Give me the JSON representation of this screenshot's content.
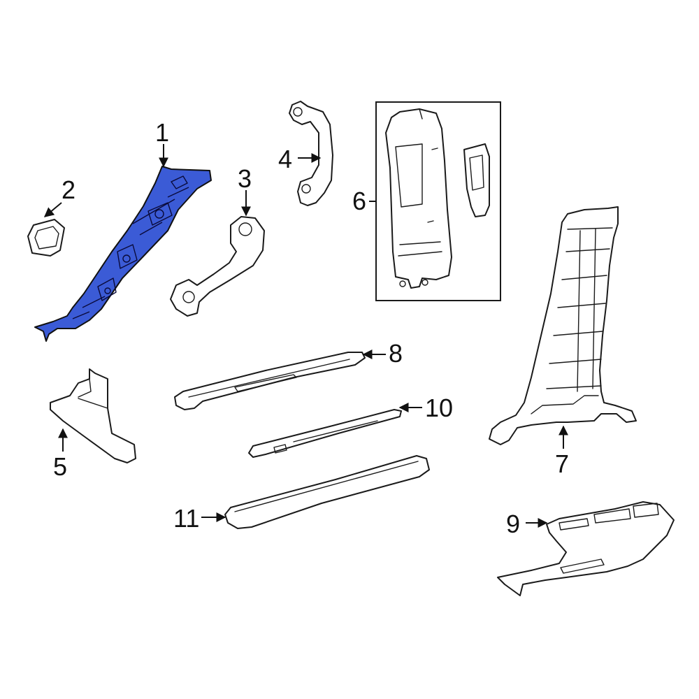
{
  "callouts": [
    {
      "id": "1",
      "label": "1"
    },
    {
      "id": "2",
      "label": "2"
    },
    {
      "id": "3",
      "label": "3"
    },
    {
      "id": "4",
      "label": "4"
    },
    {
      "id": "5",
      "label": "5"
    },
    {
      "id": "6",
      "label": "6"
    },
    {
      "id": "7",
      "label": "7"
    },
    {
      "id": "8",
      "label": "8"
    },
    {
      "id": "9",
      "label": "9"
    },
    {
      "id": "10",
      "label": "10"
    },
    {
      "id": "11",
      "label": "11"
    }
  ],
  "colors": {
    "highlight": "#3b5bd6",
    "outline": "#1a1a1a",
    "background": "#ffffff"
  }
}
